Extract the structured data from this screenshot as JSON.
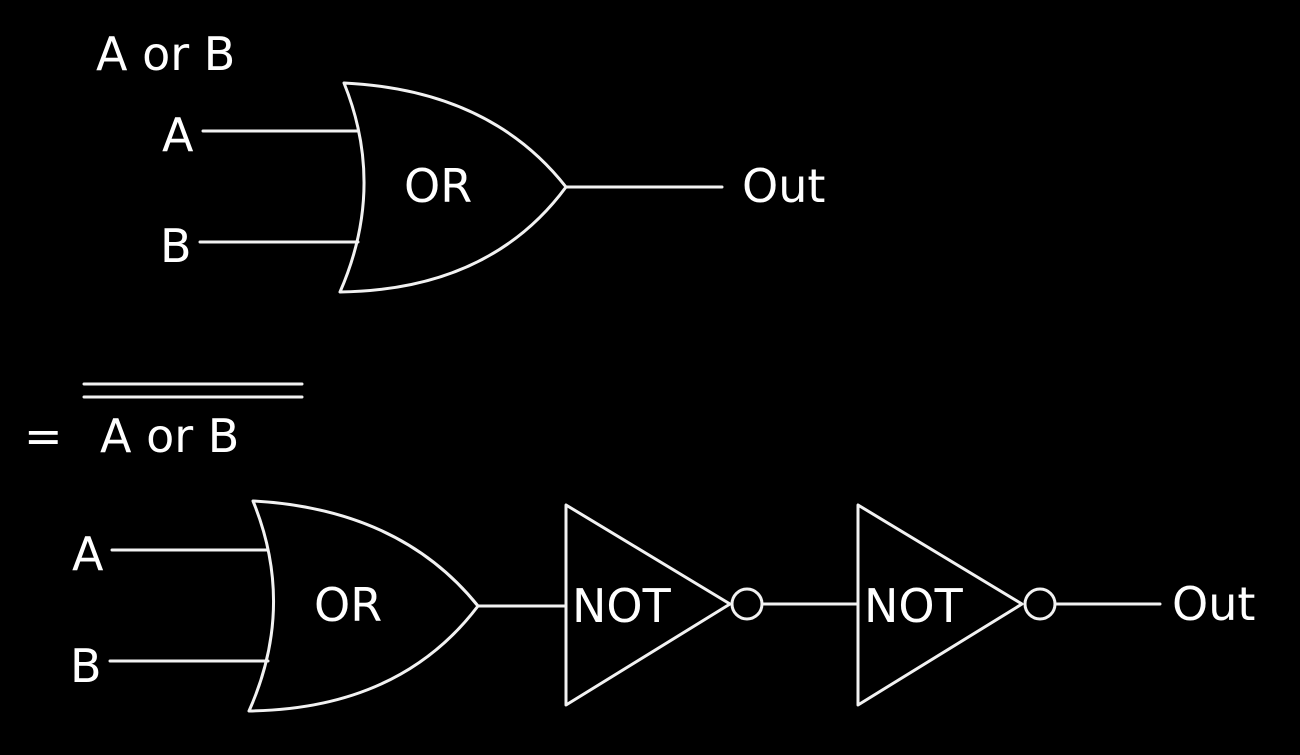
{
  "colors": {
    "background": "#000000",
    "chalk": "#f2f2f2"
  },
  "top_diagram": {
    "expression": "A or B",
    "input_a": "A",
    "input_b": "B",
    "gate_label": "OR",
    "output_label": "Out"
  },
  "equivalence": {
    "equals_sign": "=",
    "expression": "A or B"
  },
  "bottom_diagram": {
    "input_a": "A",
    "input_b": "B",
    "or_gate_label": "OR",
    "not_gate_1_label": "NOT",
    "not_gate_2_label": "NOT",
    "output_label": "Out"
  }
}
